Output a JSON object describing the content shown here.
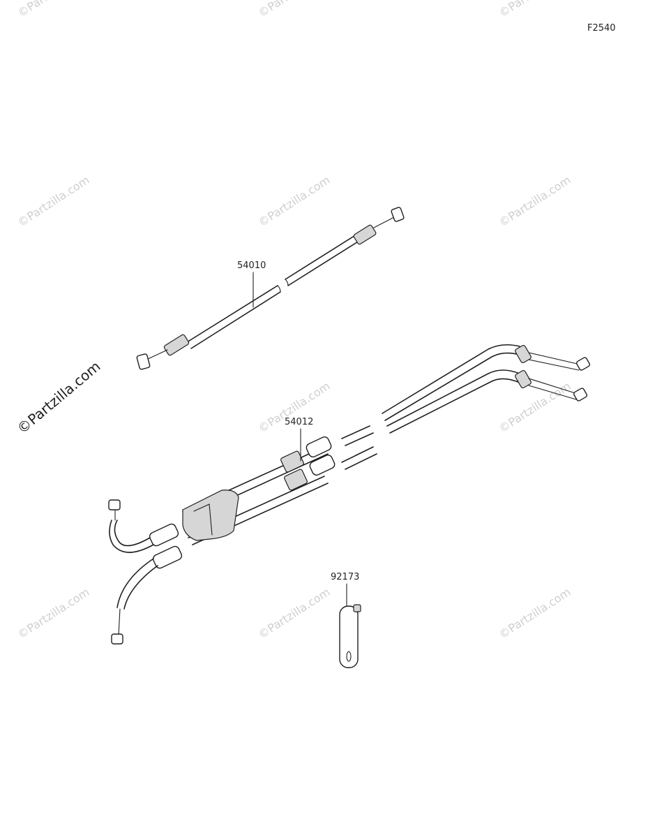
{
  "figure_code": "F2540",
  "parts": [
    {
      "number": "54010"
    },
    {
      "number": "54012"
    },
    {
      "number": "92173"
    }
  ],
  "watermark": {
    "text": "©Partzilla.com",
    "brand_color": "#222222",
    "faded_color": "#cfcfcf"
  }
}
